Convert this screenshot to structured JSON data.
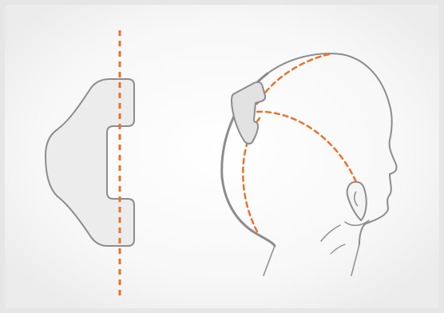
{
  "illustration": {
    "panels": [
      {
        "id": "device-profile",
        "depicts": "pad-with-center-line"
      },
      {
        "id": "head-side-view",
        "depicts": "head-with-pad-and-arcs"
      }
    ],
    "icons": [
      "pad-device-icon",
      "head-profile-icon",
      "ear-icon"
    ],
    "colors": {
      "background": "#e6e6e6",
      "panel": "#fafafa",
      "outline": "#8c8c8c",
      "pad_fill": "#ececec",
      "guide_line": "#e8722c"
    }
  }
}
